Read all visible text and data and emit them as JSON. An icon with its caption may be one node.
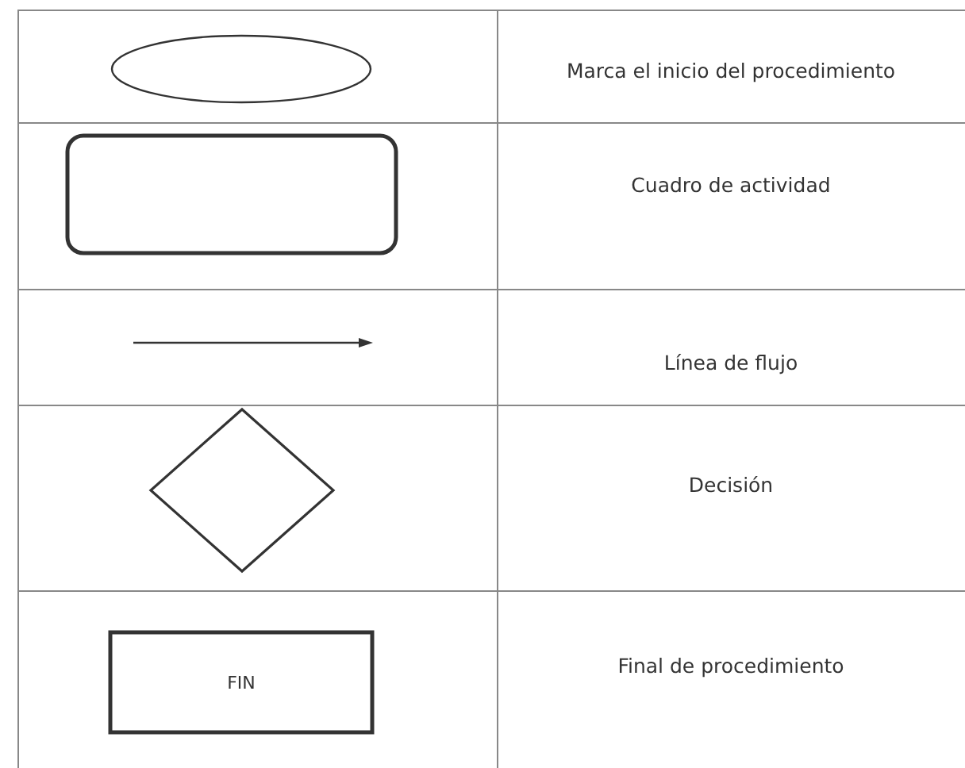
{
  "diagram": {
    "nodes": [
      {
        "text": [],
        "shape": "ellipse"
      },
      {
        "text": [],
        "shape": "box"
      },
      {
        "text": [],
        "shape": "diamond"
      },
      {
        "text": [
          "FIN"
        ]
      }
    ],
    "labels": [
      "Marca el inicio del procedimiento",
      "Cuadro de actividad",
      "Línea de flujo",
      "Decisión",
      "Final de procedimiento"
    ]
  }
}
